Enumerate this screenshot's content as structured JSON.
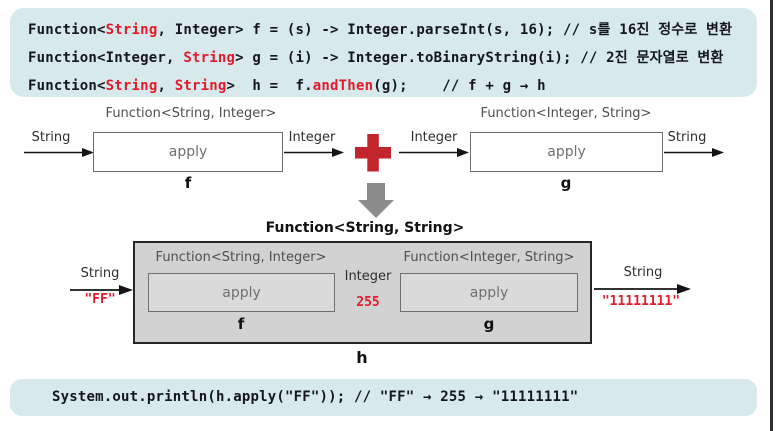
{
  "colors": {
    "code_bg": "#d7e9ed",
    "code_ink": "#15151f",
    "red_text": "#e11b2c",
    "plus_red": "#c2252c",
    "gray_arrow": "#8c8c8c",
    "h_box_bg": "#d2d2d2",
    "h_box_border": "#262626",
    "inner_box_bg": "#dadada",
    "label_gray": "#4f4f4f"
  },
  "code_top": {
    "lines": [
      [
        {
          "t": "Function<",
          "c": "ink"
        },
        {
          "t": "String",
          "c": "red"
        },
        {
          "t": ", Integer> f = (s) -> Integer.parseInt(s, 16); // s를 16진 정수로 변환",
          "c": "ink"
        }
      ],
      [
        {
          "t": "Function<Integer, ",
          "c": "ink"
        },
        {
          "t": "String",
          "c": "red"
        },
        {
          "t": "> g = (i) -> Integer.toBinaryString(i); // 2진 문자열로 변환",
          "c": "ink"
        }
      ],
      [
        {
          "t": "Function<",
          "c": "ink"
        },
        {
          "t": "String",
          "c": "red"
        },
        {
          "t": ", ",
          "c": "ink"
        },
        {
          "t": "String",
          "c": "red"
        },
        {
          "t": ">  h =  f.",
          "c": "ink"
        },
        {
          "t": "andThen",
          "c": "red"
        },
        {
          "t": "(g);    // f + g → h",
          "c": "ink"
        }
      ]
    ]
  },
  "diagram_top": {
    "f": {
      "title": "Function<String, Integer>",
      "input": "String",
      "output": "Integer",
      "body": "apply",
      "name": "f"
    },
    "operator": "plus",
    "g": {
      "title": "Function<Integer, String>",
      "input": "Integer",
      "output": "String",
      "body": "apply",
      "name": "g"
    }
  },
  "diagram_h": {
    "title": "Function<String, String>",
    "name": "h",
    "input": {
      "type": "String",
      "value": "\"FF\""
    },
    "middle": {
      "type": "Integer",
      "value": "255"
    },
    "output": {
      "type": "String",
      "value": "\"11111111\""
    },
    "f": {
      "title": "Function<String, Integer>",
      "body": "apply",
      "name": "f"
    },
    "g": {
      "title": "Function<Integer, String>",
      "body": "apply",
      "name": "g"
    }
  },
  "code_bottom": {
    "lines": [
      [
        {
          "t": "System.out.println(h.apply(\"FF\")); // \"FF\" → 255 → \"11111111\"",
          "c": "ink"
        }
      ]
    ]
  }
}
